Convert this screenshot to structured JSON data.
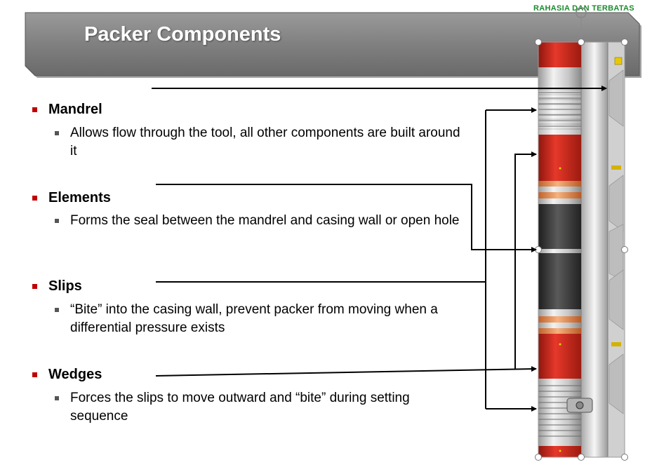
{
  "classification": "RAHASIA DAN TERBATAS",
  "title": "Packer Components",
  "components": [
    {
      "name": "Mandrel",
      "description": "Allows flow through the tool, all other components are built around it"
    },
    {
      "name": "Elements",
      "description": "Forms the seal between the mandrel and casing wall or open hole"
    },
    {
      "name": "Slips",
      "description": "“Bite” into the casing wall, prevent packer from moving when a differential pressure exists"
    },
    {
      "name": "Wedges",
      "description": "Forces the slips to move outward and “bite” during setting sequence"
    }
  ],
  "colors": {
    "banner": "#7f7f7f",
    "bullet": "#c00000",
    "classification": "#1a8a2e",
    "packer_red": "#d42a1c",
    "packer_orange": "#e8894a",
    "element_rubber": "#3a3a3a"
  }
}
